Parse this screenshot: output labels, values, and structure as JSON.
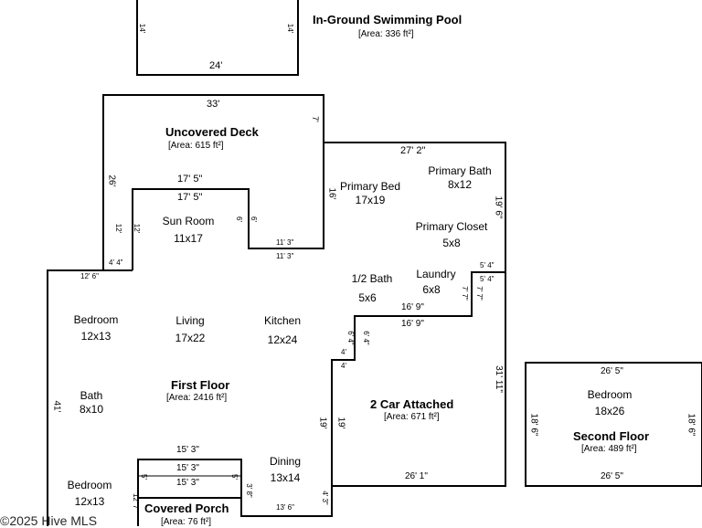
{
  "pool": {
    "title": "In-Ground Swimming Pool",
    "area": "[Area: 336 ft²]",
    "dims": {
      "width": "24'",
      "left": "14'",
      "right": "14'"
    }
  },
  "deck": {
    "title": "Uncovered Deck",
    "area": "[Area: 615 ft²]",
    "dims": {
      "top": "33'",
      "left": "26'",
      "right": "7'"
    }
  },
  "first_floor": {
    "title": "First Floor",
    "area": "[Area: 2416 ft²]"
  },
  "garage": {
    "title": "2 Car Attached",
    "area": "[Area: 671 ft²]"
  },
  "second_floor": {
    "title": "Second Floor",
    "area": "[Area: 489 ft²]",
    "room": "Bedroom",
    "size": "18x26",
    "dims": {
      "top": "26' 5\"",
      "bottom": "26' 5\"",
      "left": "18' 6\"",
      "right": "18' 6\""
    }
  },
  "porch": {
    "title": "Covered Porch",
    "area": "[Area: 76 ft²]"
  },
  "rooms": {
    "primary_bed": {
      "name": "Primary Bed",
      "size": "17x19"
    },
    "primary_bath": {
      "name": "Primary Bath",
      "size": "8x12"
    },
    "primary_closet": {
      "name": "Primary Closet",
      "size": "5x8"
    },
    "half_bath": {
      "name": "1/2 Bath",
      "size": "5x6"
    },
    "laundry": {
      "name": "Laundry",
      "size": "6x8"
    },
    "sun_room": {
      "name": "Sun Room",
      "size": "11x17"
    },
    "bedroom1": {
      "name": "Bedroom",
      "size": "12x13"
    },
    "living": {
      "name": "Living",
      "size": "17x22"
    },
    "kitchen": {
      "name": "Kitchen",
      "size": "12x24"
    },
    "bath": {
      "name": "Bath",
      "size": "8x10"
    },
    "dining": {
      "name": "Dining",
      "size": "13x14"
    },
    "bedroom2": {
      "name": "Bedroom",
      "size": "12x13"
    }
  },
  "dims": {
    "d_27_2": "27' 2\"",
    "d_19_6": "19' 6\"",
    "d_16": "16'",
    "d_17_5a": "17' 5\"",
    "d_17_5b": "17' 5\"",
    "d_12a": "12'",
    "d_12b": "12'",
    "d_6a": "6'",
    "d_6b": "6'",
    "d_11_3a": "11' 3\"",
    "d_11_3b": "11' 3\"",
    "d_4_4": "4' 4\"",
    "d_12_6": "12' 6\"",
    "d_41": "41'",
    "d_5_4a": "5' 4\"",
    "d_5_4b": "5' 4\"",
    "d_7_7a": "7' 7\"",
    "d_7_7b": "7' 7\"",
    "d_16_9a": "16' 9\"",
    "d_16_9b": "16' 9\"",
    "d_6_4a": "6' 4\"",
    "d_6_4b": "6' 4\"",
    "d_4a": "4'",
    "d_4b": "4'",
    "d_31_11": "31' 11\"",
    "d_19a": "19'",
    "d_19b": "19'",
    "d_26_1": "26' 1\"",
    "d_15_3a": "15' 3\"",
    "d_15_3b": "15' 3\"",
    "d_15_3c": "15' 3\"",
    "d_5a": "5'",
    "d_5b": "5'",
    "d_3_8": "3' 8\"",
    "d_13_6": "13' 6\"",
    "d_4_3": "4' 3\"",
    "d_12_7": "12' 7\""
  },
  "watermark": "©2025 Hive MLS"
}
